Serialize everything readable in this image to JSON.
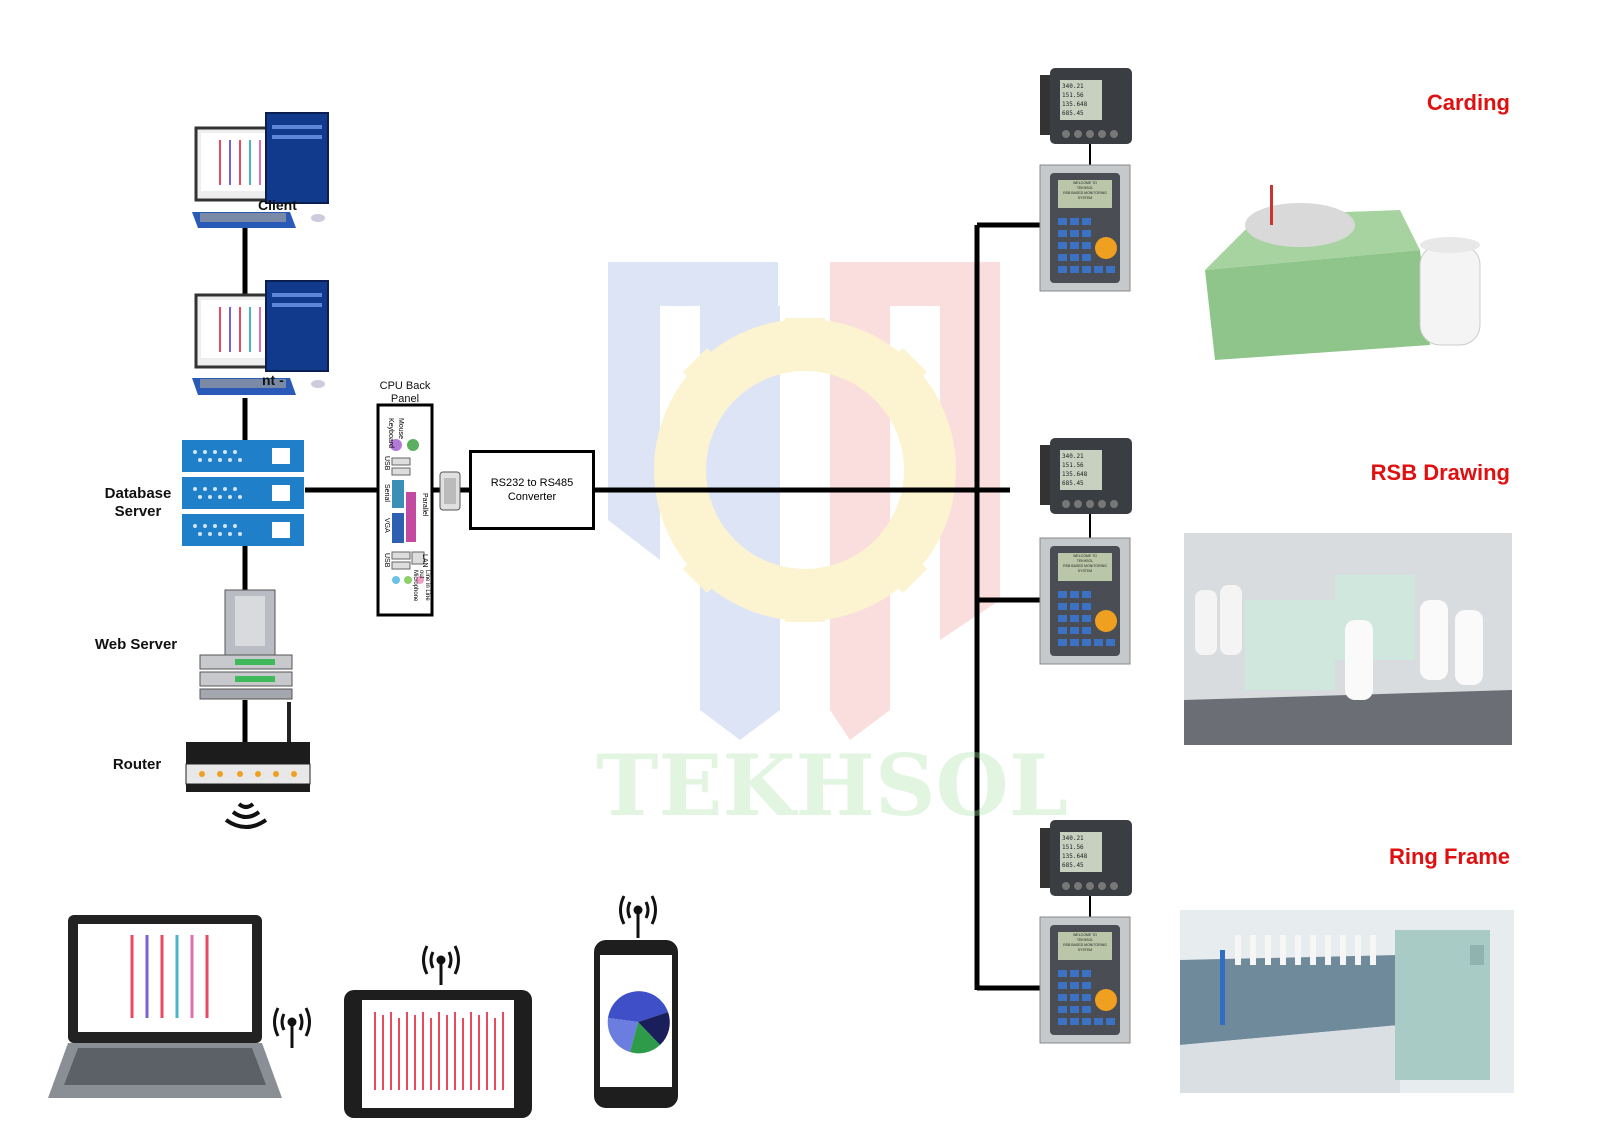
{
  "nodes": {
    "database_server": "Database\nServer",
    "web_server": "Web Server",
    "router": "Router",
    "cpu_back_panel": "CPU Back\nPanel",
    "converter": "RS232 to RS485\nConverter",
    "client1_fragment": "Client",
    "client2_fragment": "nt -"
  },
  "back_panel_labels": {
    "mouse": "Mouse",
    "keyboard": "Keyboard",
    "usb1": "USB",
    "serial": "Serial",
    "parallel": "Parallel",
    "vga": "VGA",
    "usb2": "USB",
    "lan": "LAN",
    "audio": "Line in Line out Microphone"
  },
  "machines": [
    {
      "title": "Carding"
    },
    {
      "title": "RSB Drawing"
    },
    {
      "title": "Ring Frame"
    }
  ],
  "meter_display": [
    "340.21",
    "151.56",
    "135.648",
    "685.45"
  ],
  "controller_display": [
    "WELCOME TO",
    "TEKHSOL",
    "RSB BASED MONITORING",
    "SYSTEM"
  ],
  "watermark": "TEKHSOL",
  "colors": {
    "server_blue": "#1f7fc9",
    "machine_green": "#8fc48a",
    "title_red": "#e01010",
    "line": "#000000"
  }
}
